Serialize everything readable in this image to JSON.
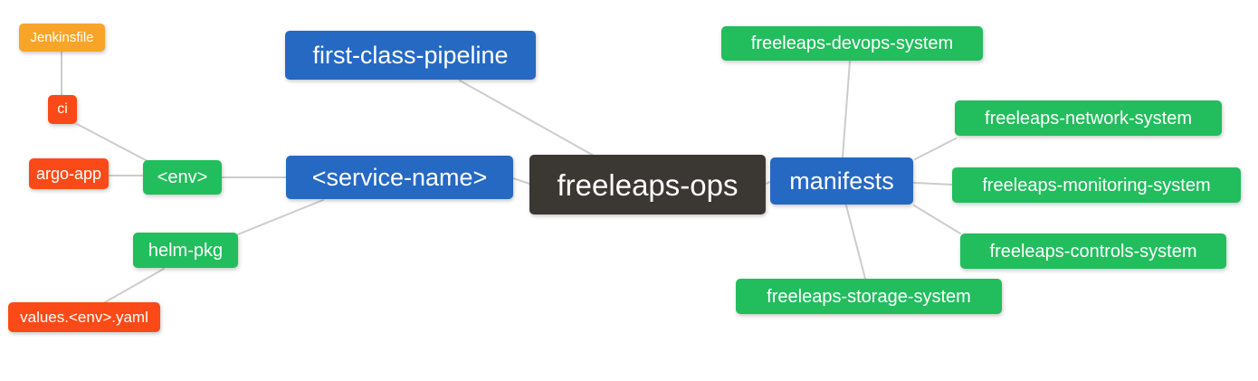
{
  "app": {
    "type": "mindmap-diagram",
    "background": "#ffffff"
  },
  "colors": {
    "root_node": "#3b3733",
    "branch_node_blue": "#2569c3",
    "leaf_node_green": "#22bd5d",
    "leaf_node_red": "#fb4a17",
    "leaf_node_orange": "#f8a428",
    "link_line": "#cccccc",
    "node_text": "#ffffff"
  },
  "mindmap": {
    "root_label": "freeleaps-ops",
    "nodes": [
      {
        "id": "jenkinsfile",
        "label": "Jenkinsfile",
        "color": "orange",
        "level": "leaf"
      },
      {
        "id": "ci",
        "label": "ci",
        "color": "red",
        "level": "leaf"
      },
      {
        "id": "argo-app",
        "label": "argo-app",
        "color": "red",
        "level": "leaf"
      },
      {
        "id": "env",
        "label": "<env>",
        "color": "green",
        "level": "sub-branch"
      },
      {
        "id": "helm-pkg",
        "label": "helm-pkg",
        "color": "green",
        "level": "sub-branch"
      },
      {
        "id": "values-env-yaml",
        "label": "values.<env>.yaml",
        "color": "red",
        "level": "leaf"
      },
      {
        "id": "first-class-pipeline",
        "label": "first-class-pipeline",
        "color": "blue",
        "level": "branch"
      },
      {
        "id": "service-name",
        "label": "<service-name>",
        "color": "blue",
        "level": "branch"
      },
      {
        "id": "freeleaps-ops",
        "label": "freeleaps-ops",
        "color": "dark",
        "level": "root"
      },
      {
        "id": "manifests",
        "label": "manifests",
        "color": "blue",
        "level": "branch"
      },
      {
        "id": "devops-system",
        "label": "freeleaps-devops-system",
        "color": "green",
        "level": "sub-branch"
      },
      {
        "id": "network-system",
        "label": "freeleaps-network-system",
        "color": "green",
        "level": "sub-branch"
      },
      {
        "id": "monitoring-system",
        "label": "freeleaps-monitoring-system",
        "color": "green",
        "level": "sub-branch"
      },
      {
        "id": "controls-system",
        "label": "freeleaps-controls-system",
        "color": "green",
        "level": "sub-branch"
      },
      {
        "id": "storage-system",
        "label": "freeleaps-storage-system",
        "color": "green",
        "level": "sub-branch"
      }
    ],
    "links": [
      {
        "from": "jenkinsfile",
        "to": "ci"
      },
      {
        "from": "ci",
        "to": "env"
      },
      {
        "from": "argo-app",
        "to": "env"
      },
      {
        "from": "env",
        "to": "service-name"
      },
      {
        "from": "helm-pkg",
        "to": "service-name"
      },
      {
        "from": "values-env-yaml",
        "to": "helm-pkg"
      },
      {
        "from": "first-class-pipeline",
        "to": "freeleaps-ops"
      },
      {
        "from": "service-name",
        "to": "freeleaps-ops"
      },
      {
        "from": "freeleaps-ops",
        "to": "manifests"
      },
      {
        "from": "manifests",
        "to": "devops-system"
      },
      {
        "from": "manifests",
        "to": "network-system"
      },
      {
        "from": "manifests",
        "to": "monitoring-system"
      },
      {
        "from": "manifests",
        "to": "controls-system"
      },
      {
        "from": "manifests",
        "to": "storage-system"
      }
    ]
  }
}
